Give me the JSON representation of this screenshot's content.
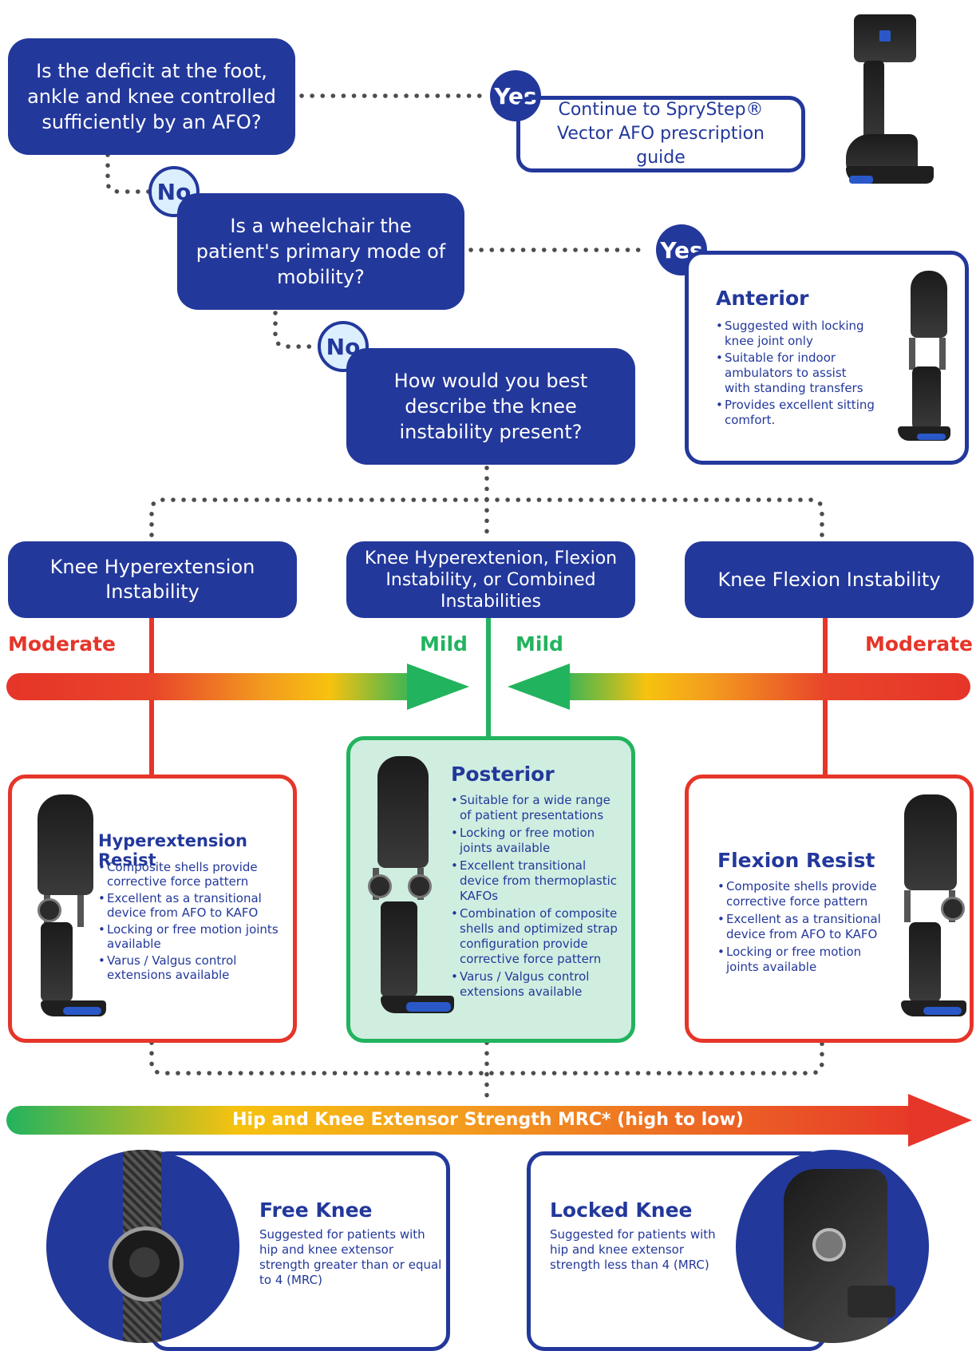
{
  "colors": {
    "navy": "#23389b",
    "red": "#e63529",
    "green": "#22b35e",
    "orange": "#f39a1f",
    "yellow": "#f7c20f",
    "mint": "#cfeee0"
  },
  "q1": {
    "text": "Is the deficit at the foot, ankle and knee controlled sufficiently by an AFO?",
    "yes": "Yes",
    "no": "No",
    "yes_result": "Continue to SpryStep® Vector AFO prescription guide"
  },
  "q2": {
    "text": "Is a wheelchair the patient's primary mode of mobility?",
    "yes": "Yes",
    "no": "No"
  },
  "q3": {
    "text": "How would you best describe the knee instability present?"
  },
  "anterior": {
    "title": "Anterior",
    "items": [
      "Suggested with locking knee joint only",
      "Suitable for indoor ambulators to assist with standing transfers",
      "Provides excellent sitting comfort."
    ]
  },
  "categories": [
    "Knee Hyperextension Instability",
    "Knee Hyperextenion, Flexion Instability, or Combined Instabilities",
    "Knee Flexion Instability"
  ],
  "severity": {
    "left_moderate": "Moderate",
    "left_mild": "Mild",
    "right_mild": "Mild",
    "right_moderate": "Moderate"
  },
  "hyper": {
    "title": "Hyperextension Resist",
    "items": [
      "Composite shells provide corrective force pattern",
      "Excellent as a transitional device from AFO to KAFO",
      "Locking or free motion joints available",
      "Varus / Valgus control extensions available"
    ]
  },
  "posterior": {
    "title": "Posterior",
    "items": [
      "Suitable for a wide range of patient presentations",
      "Locking or free motion joints available",
      "Excellent transitional device from thermoplastic KAFOs",
      "Combination of composite shells and optimized strap configuration provide corrective force pattern",
      "Varus / Valgus control extensions available"
    ]
  },
  "flexion": {
    "title": "Flexion Resist",
    "items": [
      "Composite shells provide corrective force pattern",
      "Excellent as a transitional device from AFO to KAFO",
      "Locking or free motion joints available"
    ]
  },
  "strength_bar": "Hip and Knee Extensor Strength MRC* (high to low)",
  "free_knee": {
    "title": "Free Knee",
    "text": "Suggested for patients with hip and knee extensor strength greater than or equal to 4 (MRC)"
  },
  "locked_knee": {
    "title": "Locked Knee",
    "text": "Suggested for patients with hip and knee extensor strength less than 4 (MRC)"
  }
}
